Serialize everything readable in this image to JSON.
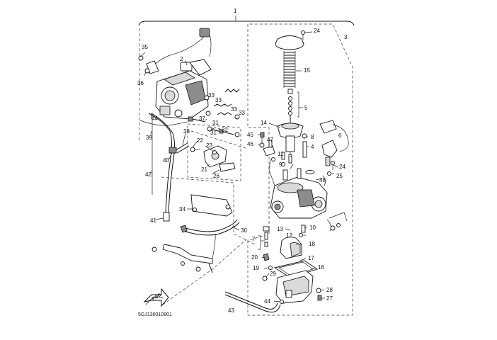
{
  "labels": {
    "l1": "1",
    "l2": "2",
    "l3": "3",
    "l4": "4",
    "l5": "5",
    "l6": "6",
    "l7": "7",
    "l8": "8",
    "l9": "9",
    "l10": "10",
    "l11": "11",
    "l12": "12",
    "l13": "13",
    "l14": "14",
    "l15": "15",
    "l16": "16",
    "l17": "17",
    "l18": "18",
    "l19": "19",
    "l20": "20",
    "l21": "21",
    "l22": "22",
    "l23": "23",
    "l24a": "24",
    "l24b": "24",
    "l25": "25",
    "l26": "26",
    "l27": "27",
    "l28": "28",
    "l29": "29",
    "l30": "30",
    "l31a": "31",
    "l31b": "31",
    "l32": "32",
    "l33a": "33",
    "l33b": "33",
    "l33c": "33",
    "l33d": "33",
    "l34": "34",
    "l35": "35",
    "l36": "36",
    "l37": "37",
    "l38": "38",
    "l39": "39",
    "l40": "40",
    "l41": "41",
    "l42": "42",
    "l43": "43",
    "l44a": "44",
    "l44b": "44",
    "l45": "45",
    "l46": "46",
    "l47": "47",
    "l48": "48"
  },
  "fwd_label": "FWD",
  "diagram_code": "5GJ130010901"
}
